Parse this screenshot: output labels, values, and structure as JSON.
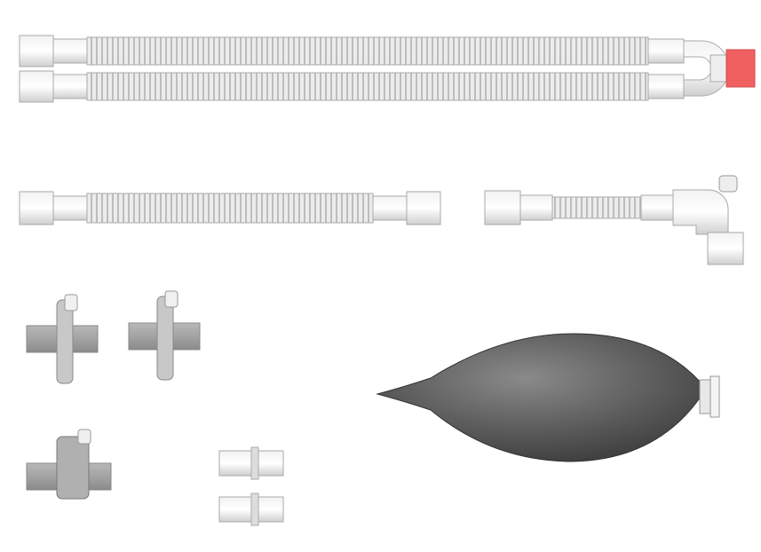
{
  "colors": {
    "background": "#ffffff",
    "tube": "#e4e4e4",
    "tube_rib": "#b9b9b9",
    "cap": "#f06060",
    "filter": "#9a9a9a",
    "bag": "#555555"
  },
  "components": [
    {
      "name": "dual-limb-breathing-circuit"
    },
    {
      "name": "single-corrugated-hose"
    },
    {
      "name": "short-hose-with-elbow-connector"
    },
    {
      "name": "filter-1"
    },
    {
      "name": "filter-2"
    },
    {
      "name": "filter-3"
    },
    {
      "name": "straight-connector-1"
    },
    {
      "name": "straight-connector-2"
    },
    {
      "name": "reservoir-bag"
    }
  ]
}
